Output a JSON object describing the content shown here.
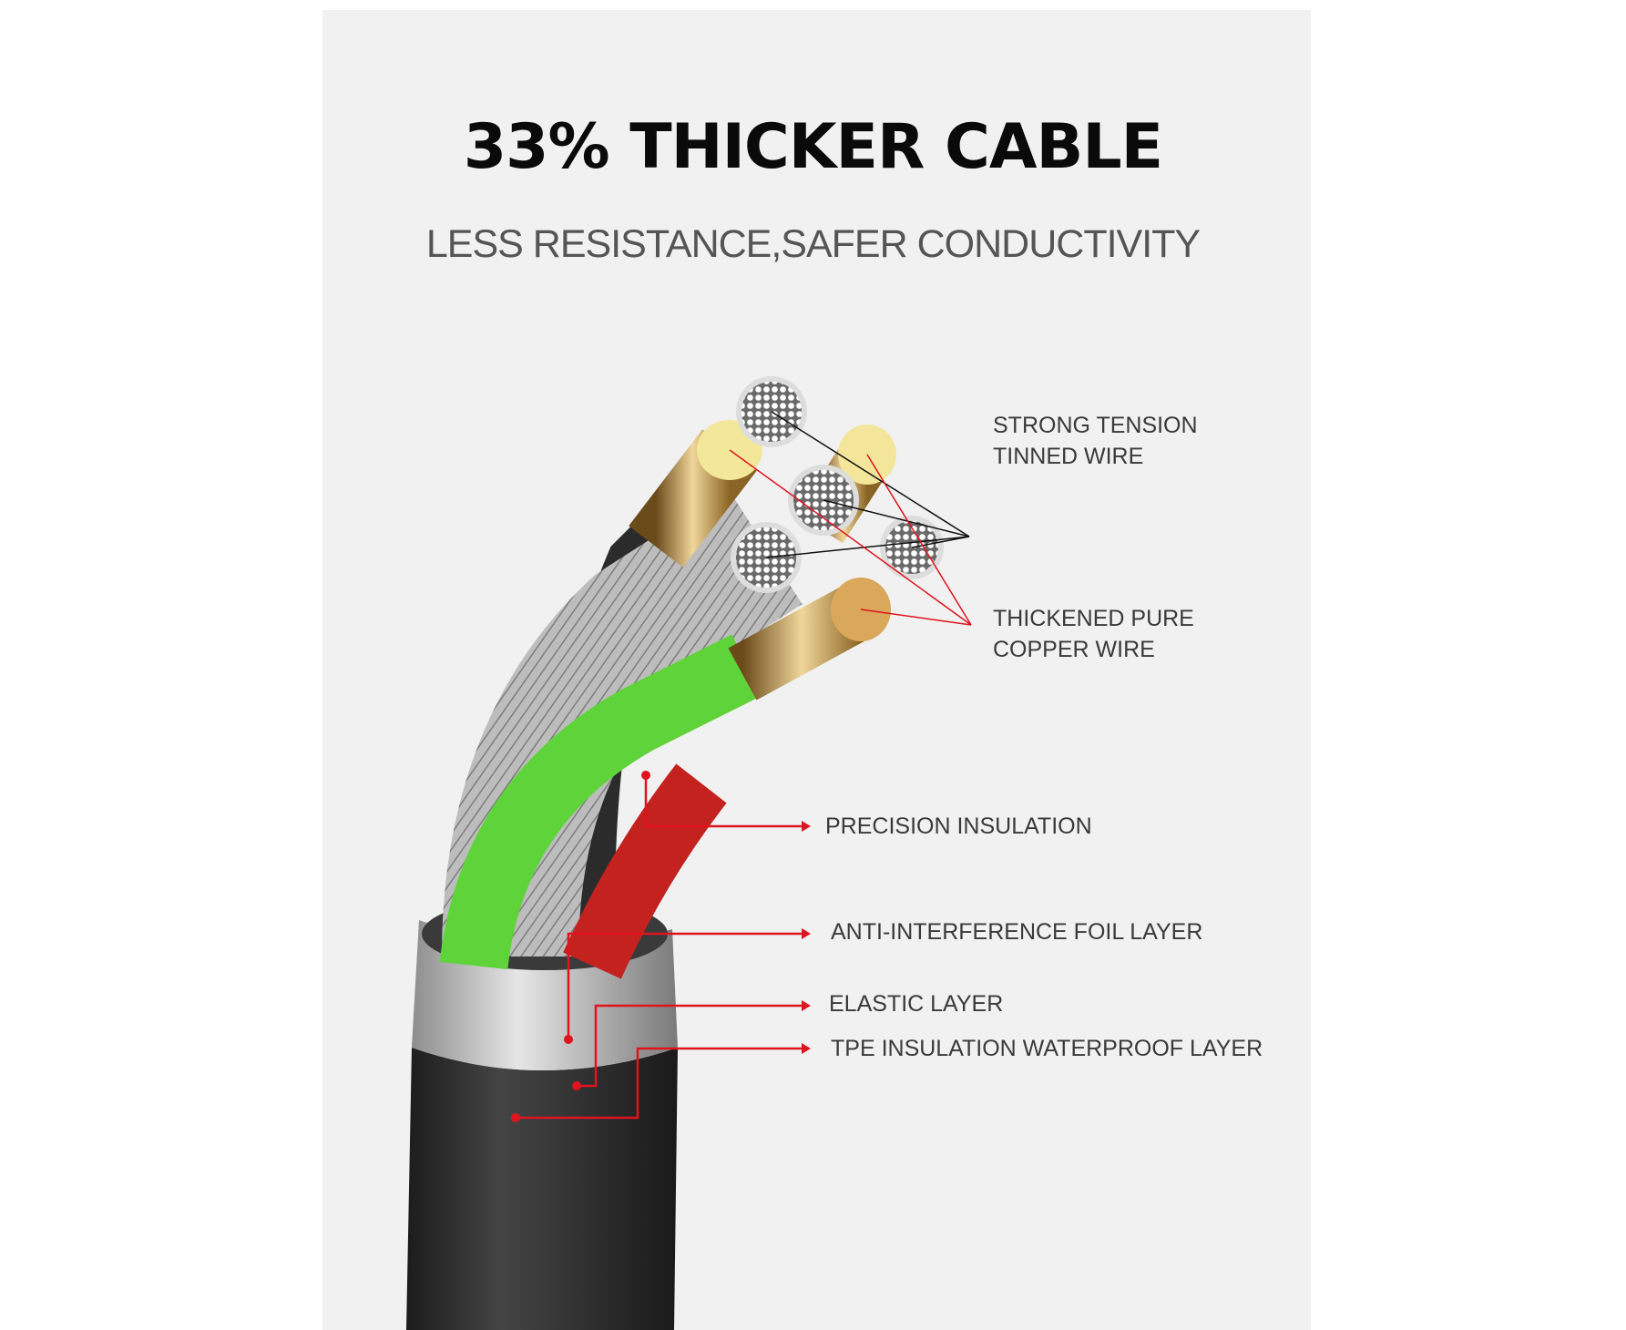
{
  "header": {
    "title": "33% THICKER CABLE",
    "subtitle": "LESS RESISTANCE,SAFER CONDUCTIVITY"
  },
  "labels": {
    "tinned_wire": [
      "STRONG TENSION",
      "TINNED WIRE"
    ],
    "copper_wire": [
      "THICKENED PURE",
      "COPPER WIRE"
    ],
    "precision_insulation": "PRECISION INSULATION",
    "foil_layer": "ANTI-INTERFERENCE FOIL LAYER",
    "elastic_layer": "ELASTIC LAYER",
    "tpe_layer": "TPE INSULATION WATERPROOF LAYER"
  },
  "colors": {
    "background": "#f1f1f1",
    "annotation_red": "#e0141e",
    "insulation_green": "#5ed43a",
    "jacket_black": "#2a2a2a"
  }
}
